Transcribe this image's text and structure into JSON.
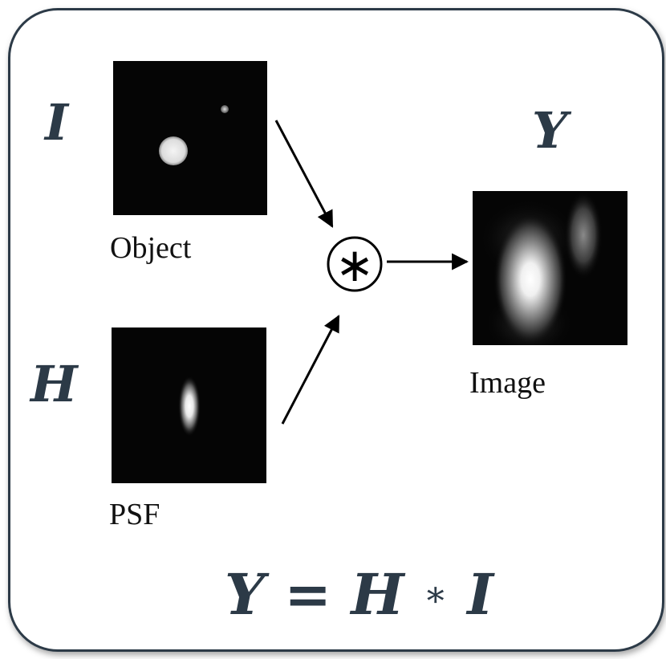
{
  "labels": {
    "object_var": "I",
    "image_var": "Y",
    "psf_var": "H",
    "object_caption": "Object",
    "psf_caption": "PSF",
    "image_caption": "Image",
    "operator_symbol": "∗"
  },
  "equation": {
    "lhs": "Y",
    "equals": "=",
    "h": "H",
    "star": "∗",
    "i": "I"
  },
  "colors": {
    "frame": "#2c3a47",
    "variable_text": "#2c3a47",
    "panel_background": "#050505"
  }
}
